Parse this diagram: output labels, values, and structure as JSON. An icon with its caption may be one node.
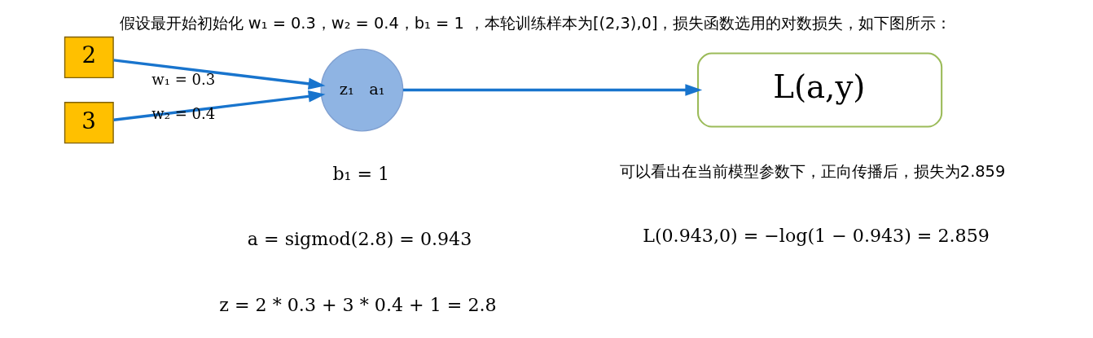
{
  "diagram": {
    "title": "假设最开始初始化 w₁ = 0.3，w₂ = 0.4，b₁ = 1 ，本轮训练样本为[(2,3),0]，损失函数选用的对数损失，如下图所示：",
    "caption": "可以看出在当前模型参数下，正向传播后，损失为2.859",
    "nodes": [
      {
        "text": [
          "2"
        ]
      },
      {
        "text": [
          "3"
        ]
      },
      {
        "text": [
          "z₁   a₁"
        ]
      },
      {
        "text": [
          "L(a,y)"
        ]
      }
    ],
    "edges": [
      {
        "from": 0,
        "to": 2,
        "arrow": "to",
        "label": "w₁ = 0.3"
      },
      {
        "from": 1,
        "to": 2,
        "arrow": "to",
        "label": "w₂ = 0.4"
      },
      {
        "from": 2,
        "to": 3,
        "arrow": "to"
      }
    ],
    "labels": [
      "z = 2 * 0.3 + 3 * 0.4 + 1 = 2.8",
      "L(0.943,0) = −log(1 − 0.943) = 2.859",
      "a = sigmod(2.8) = 0.943",
      "b₁ = 1"
    ]
  }
}
